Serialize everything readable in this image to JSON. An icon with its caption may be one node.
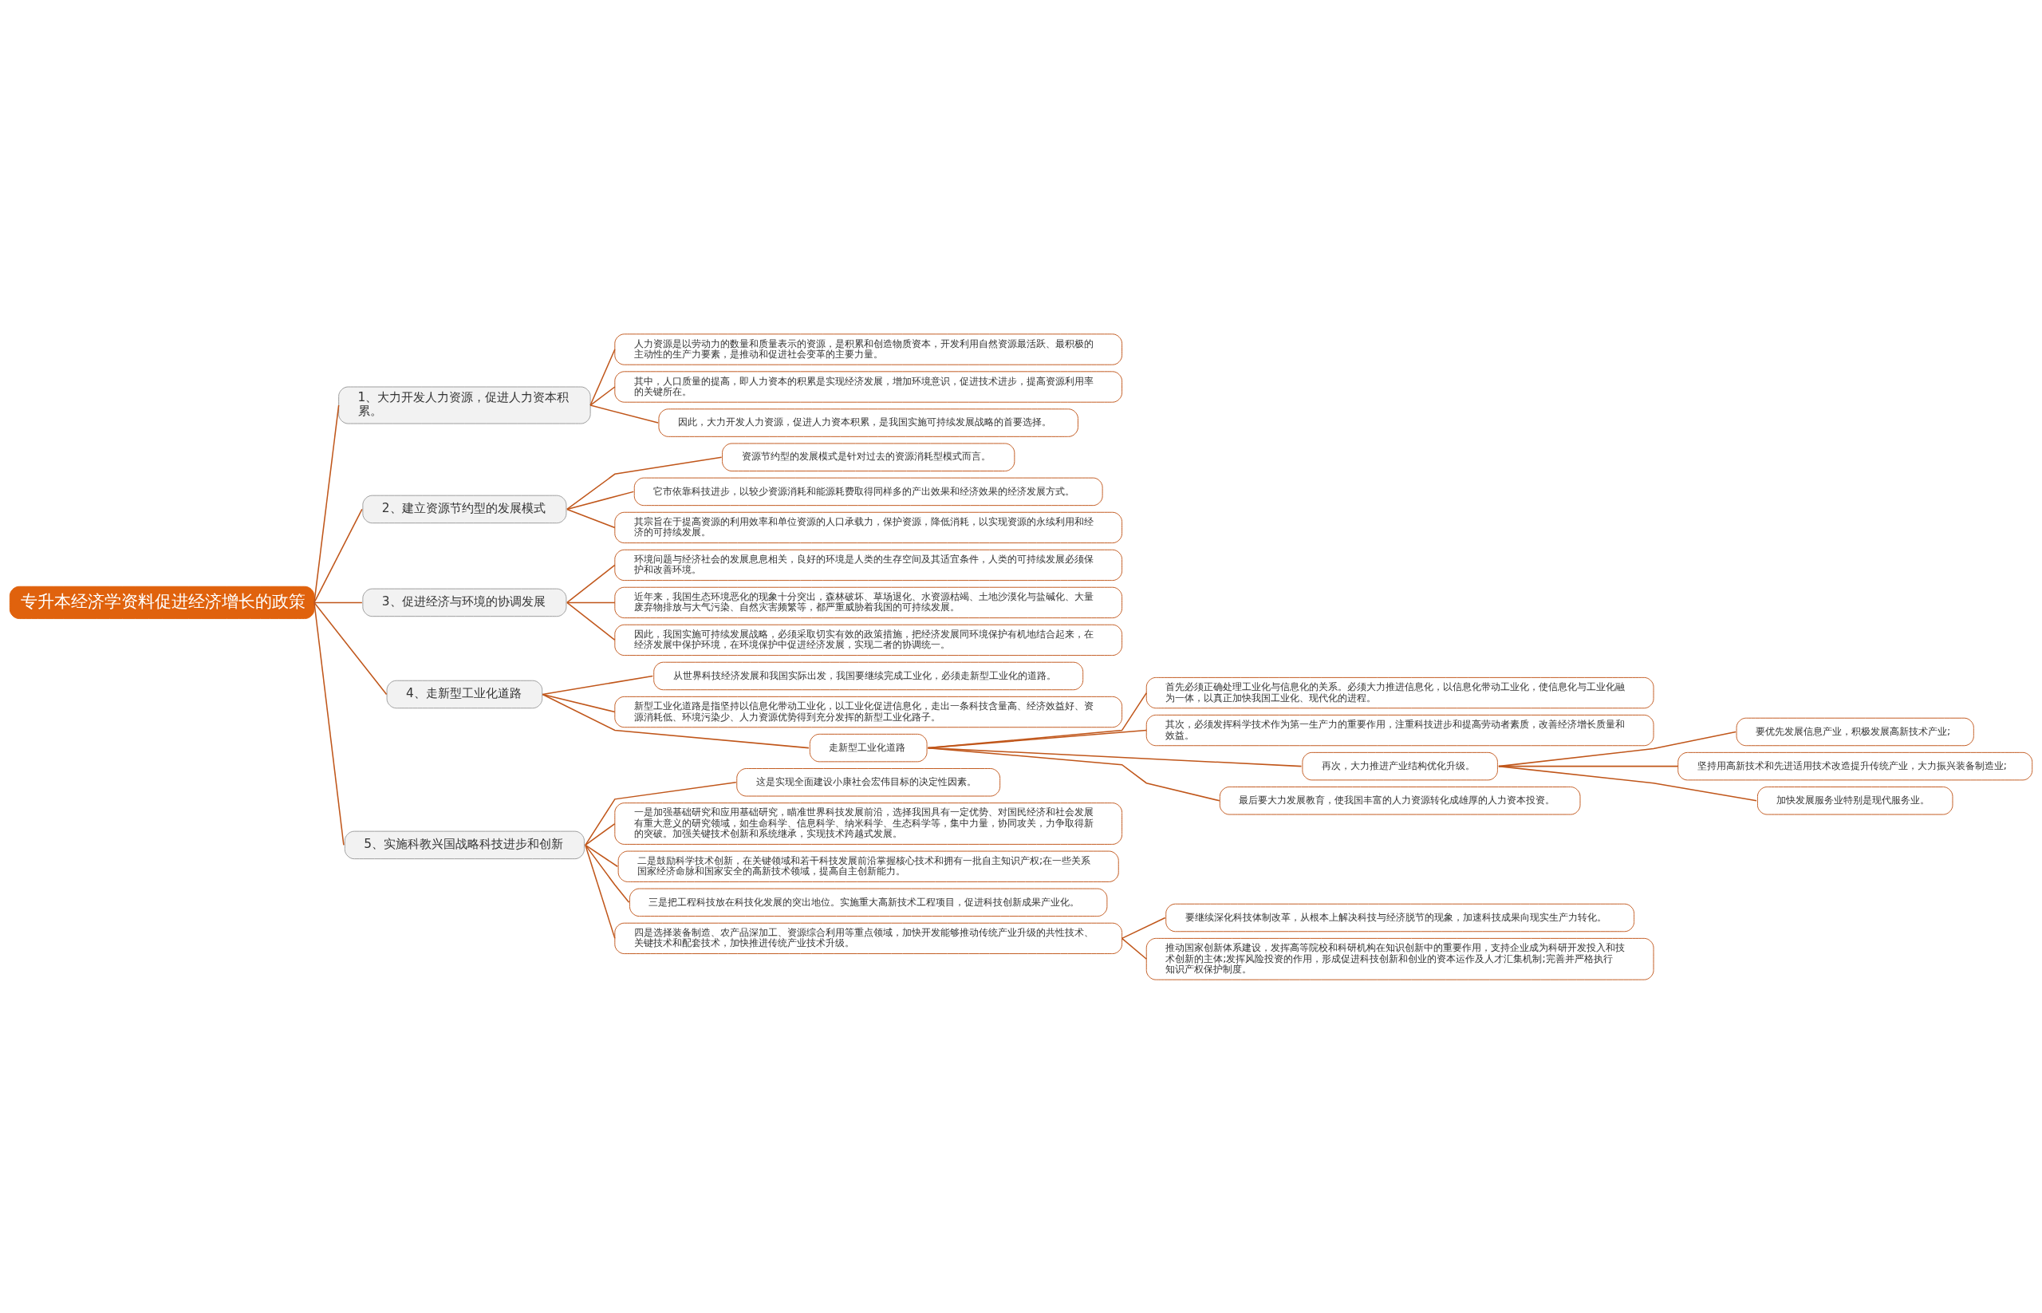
{
  "diagram": {
    "nodes": [
      {
        "text": [
          "专升本经济学资料促进经济增长的政策"
        ]
      },
      {
        "text": [
          "1、大力开发人力资源，促进人力资本积累。"
        ]
      },
      {
        "text": [
          "人力资源是以劳动力的数量和质量表示的资源，是积累和创造物质资本，开发利用自然资源最活跃、最积极的主动性的生产力要素，是推动和促进社会变革的主要力量。"
        ]
      },
      {
        "text": [
          "其中，人口质量的提高，即人力资本的积累是实现经济发展，增加环境意识，促进技术进步，提高资源利用率的关键所在。"
        ]
      },
      {
        "text": [
          "因此，大力开发人力资源，促进人力资本积累，是我国实施可持续发展战略的首要选择。"
        ]
      },
      {
        "text": [
          "2、建立资源节约型的发展模式"
        ]
      },
      {
        "text": [
          "资源节约型的发展模式是针对过去的资源消耗型模式而言。"
        ]
      },
      {
        "text": [
          "它市依靠科技进步，以较少资源消耗和能源耗费取得同样多的产出效果和经济效果的经济发展方式。"
        ]
      },
      {
        "text": [
          "其宗旨在于提高资源的利用效率和单位资源的人口承载力，保护资源，降低消耗，以实现资源的永续利用和经济的可持续发展。"
        ]
      },
      {
        "text": [
          "3、促进经济与环境的协调发展"
        ]
      },
      {
        "text": [
          "环境问题与经济社会的发展息息相关，良好的环境是人类的生存空间及其适宜条件，人类的可持续发展必须保护和改善环境。"
        ]
      },
      {
        "text": [
          "近年来，我国生态环境恶化的现象十分突出，森林破坏、草场退化、水资源枯竭、土地沙漠化与盐碱化、大量废弃物排放与大气污染、自然灾害频繁等，都严重威胁着我国的可持续发展。"
        ]
      },
      {
        "text": [
          "因此，我国实施可持续发展战略，必须采取切实有效的政策措施，把经济发展同环境保护有机地结合起来，在经济发展中保护环境，在环境保护中促进经济发展，实现二者的协调统一。"
        ]
      },
      {
        "text": [
          "4、走新型工业化道路"
        ]
      },
      {
        "text": [
          "从世界科技经济发展和我国实际出发，我国要继续完成工业化，必须走新型工业化的道路。"
        ]
      },
      {
        "text": [
          "新型工业化道路是指坚持以信息化带动工业化，以工业化促进信息化，走出一条科技含量高、经济效益好、资源消耗低、环境污染少、人力资源优势得到充分发挥的新型工业化路子。"
        ]
      },
      {
        "text": [
          "走新型工业化道路"
        ]
      },
      {
        "text": [
          "首先必须正确处理工业化与信息化的关系。必须大力推进信息化，以信息化带动工业化，使信息化与工业化融为一体，以真正加快我国工业化、现代化的进程。"
        ]
      },
      {
        "text": [
          "其次，必须发挥科学技术作为第一生产力的重要作用，注重科技进步和提高劳动者素质，改善经济增长质量和效益。"
        ]
      },
      {
        "text": [
          "再次，大力推进产业结构优化升级。"
        ]
      },
      {
        "text": [
          "要优先发展信息产业，积极发展高新技术产业;"
        ]
      },
      {
        "text": [
          "坚持用高新技术和先进适用技术改造提升传统产业，大力振兴装备制造业;"
        ]
      },
      {
        "text": [
          "加快发展服务业特别是现代服务业。"
        ]
      },
      {
        "text": [
          "最后要大力发展教育，使我国丰富的人力资源转化成雄厚的人力资本投资。"
        ]
      },
      {
        "text": [
          "5、实施科教兴国战略科技进步和创新"
        ]
      },
      {
        "text": [
          "这是实现全面建设小康社会宏伟目标的决定性因素。"
        ]
      },
      {
        "text": [
          "一是加强基础研究和应用基础研究，瞄准世界科技发展前沿，选择我国具有一定优势、对国民经济和社会发展有重大意义的研究领域，如生命科学、信息科学、纳米科学、生态科学等，集中力量，协同攻关，力争取得新的突破。加强关键技术创新和系统继承，实现技术跨越式发展。"
        ]
      },
      {
        "text": [
          "二是鼓励科学技术创新，在关键领域和若干科技发展前沿掌握核心技术和拥有一批自主知识产权;在一些关系国家经济命脉和国家安全的高新技术领域，提高自主创新能力。"
        ]
      },
      {
        "text": [
          "三是把工程科技放在科技化发展的突出地位。实施重大高新技术工程项目，促进科技创新成果产业化。"
        ]
      },
      {
        "text": [
          "四是选择装备制造、农产品深加工、资源综合利用等重点领域，加快开发能够推动传统产业升级的共性技术、关键技术和配套技术，加快推进传统产业技术升级。"
        ]
      },
      {
        "text": [
          "要继续深化科技体制改革，从根本上解决科技与经济脱节的现象，加速科技成果向现实生产力转化。"
        ]
      },
      {
        "text": [
          "推动国家创新体系建设，发挥高等院校和科研机构在知识创新中的重要作用，支持企业成为科研开发投入和技术创新的主体;发挥风险投资的作用，形成促进科技创新和创业的资本运作及人才汇集机制;完善并严格执行知识产权保护制度。"
        ]
      }
    ],
    "edges": [
      {
        "from": 0,
        "to": 1,
        "arrow": "none"
      },
      {
        "from": 1,
        "to": 2,
        "arrow": "none"
      },
      {
        "from": 1,
        "to": 3,
        "arrow": "none"
      },
      {
        "from": 1,
        "to": 4,
        "arrow": "none"
      },
      {
        "from": 0,
        "to": 5,
        "arrow": "none"
      },
      {
        "from": 5,
        "to": 6,
        "arrow": "none"
      },
      {
        "from": 5,
        "to": 7,
        "arrow": "none"
      },
      {
        "from": 5,
        "to": 8,
        "arrow": "none"
      },
      {
        "from": 0,
        "to": 9,
        "arrow": "none"
      },
      {
        "from": 9,
        "to": 10,
        "arrow": "none"
      },
      {
        "from": 9,
        "to": 11,
        "arrow": "none"
      },
      {
        "from": 9,
        "to": 12,
        "arrow": "none"
      },
      {
        "from": 0,
        "to": 13,
        "arrow": "none"
      },
      {
        "from": 13,
        "to": 14,
        "arrow": "none"
      },
      {
        "from": 13,
        "to": 15,
        "arrow": "none"
      },
      {
        "from": 13,
        "to": 16,
        "arrow": "none"
      },
      {
        "from": 16,
        "to": 17,
        "arrow": "none"
      },
      {
        "from": 16,
        "to": 18,
        "arrow": "none"
      },
      {
        "from": 16,
        "to": 19,
        "arrow": "none"
      },
      {
        "from": 19,
        "to": 20,
        "arrow": "none"
      },
      {
        "from": 19,
        "to": 21,
        "arrow": "none"
      },
      {
        "from": 19,
        "to": 22,
        "arrow": "none"
      },
      {
        "from": 16,
        "to": 23,
        "arrow": "none"
      },
      {
        "from": 0,
        "to": 24,
        "arrow": "none"
      },
      {
        "from": 24,
        "to": 25,
        "arrow": "none"
      },
      {
        "from": 24,
        "to": 26,
        "arrow": "none"
      },
      {
        "from": 24,
        "to": 27,
        "arrow": "none"
      },
      {
        "from": 24,
        "to": 28,
        "arrow": "none"
      },
      {
        "from": 24,
        "to": 29,
        "arrow": "none"
      },
      {
        "from": 29,
        "to": 30,
        "arrow": "none"
      },
      {
        "from": 29,
        "to": 31,
        "arrow": "none"
      }
    ]
  }
}
